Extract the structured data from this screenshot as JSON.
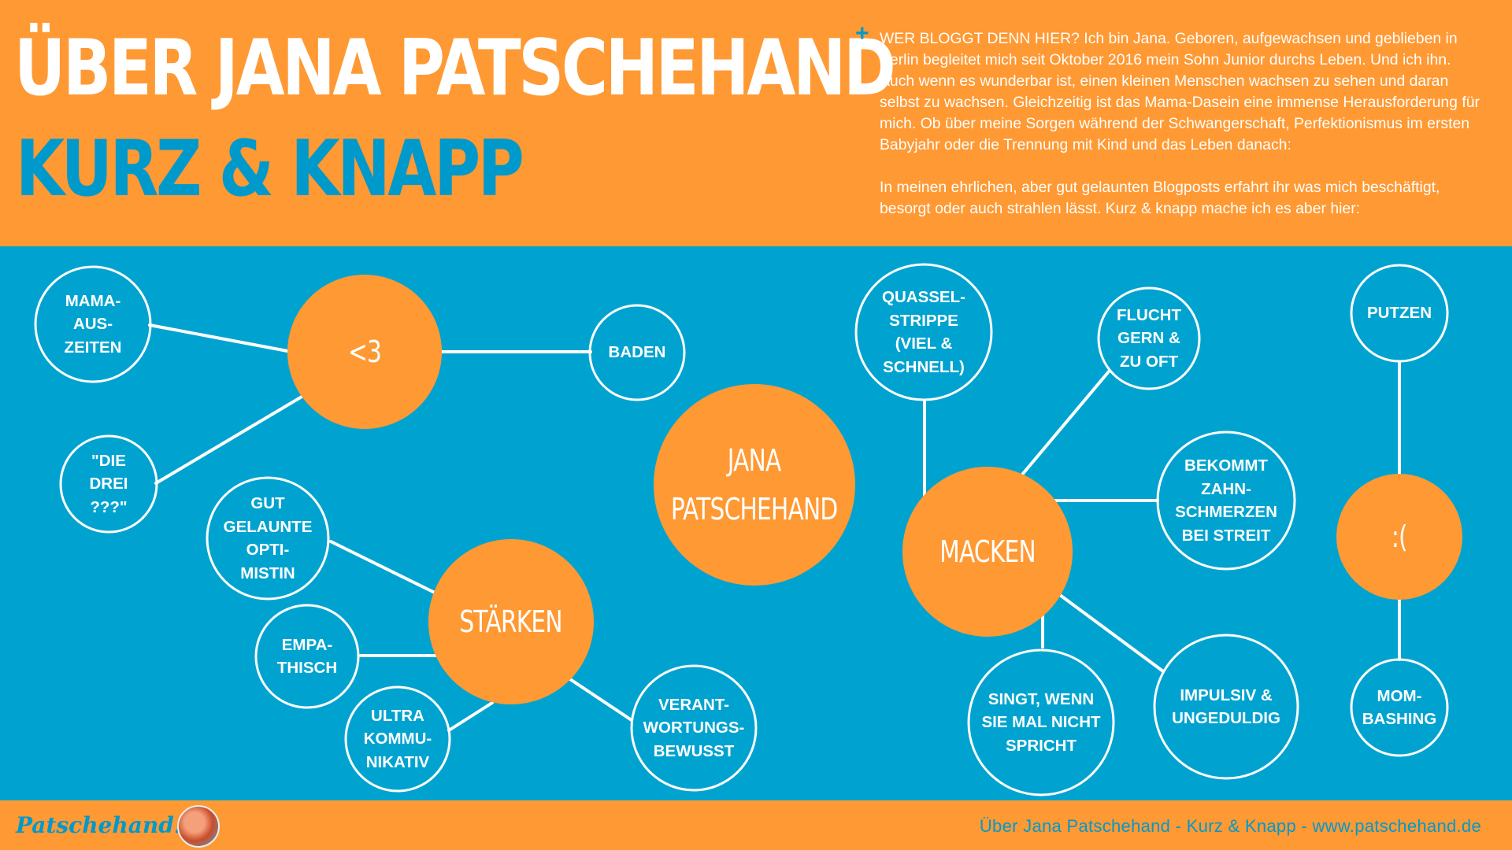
{
  "header": {
    "title_line1": "ÜBER JANA PATSCHEHAND",
    "title_line2": "KURZ & KNAPP",
    "plus": "+",
    "intro_p1": "WER BLOGGT DENN HIER? Ich bin Jana. Geboren, aufgewachsen und geblieben in Berlin begleitet mich seit Oktober 2016 mein Sohn Junior durchs Leben. Und ich ihn. Auch wenn es wunderbar ist, einen kleinen Menschen wachsen zu sehen und daran selbst zu wachsen. Gleichzeitig ist das Mama-Dasein eine immense Herausforderung für mich. Ob über meine Sorgen während der Schwangerschaft, Perfektionismus im ersten Babyjahr oder die Trennung mit Kind und das Leben danach:",
    "intro_p2": "In meinen ehrlichen, aber gut gelaunten Blogposts erfahrt ihr was mich beschäftigt, besorgt oder auch strahlen lässt. Kurz & knapp mache ich es aber hier:"
  },
  "diagram": {
    "center": "JANA\nPATSCHEHAND",
    "hubs": {
      "love": "<3",
      "strengths": "STÄRKEN",
      "quirks": "MACKEN",
      "dislikes": ":("
    },
    "love_items": [
      "MAMA-\nAUS-\nZEITEN",
      "\"DIE\nDREI\n???\"",
      "BADEN"
    ],
    "strength_items": [
      "GUT\nGELAUNTE\nOPTI-\nMISTIN",
      "EMPA-\nTHISCH",
      "ULTRA\nKOMMU-\nNIKATIV",
      "VERANT-\nWORTUNGS-\nBEWUSST"
    ],
    "quirk_items": [
      "QUASSEL-\nSTRIPPE\n(VIEL &\nSCHNELL)",
      "FLUCHT\nGERN &\nZU OFT",
      "BEKOMMT\nZAHN-\nSCHMERZEN\nBEI STREIT",
      "SINGT, WENN\nSIE MAL NICHT\nSPRICHT",
      "IMPULSIV &\nUNGEDULDIG"
    ],
    "dislike_items": [
      "PUTZEN",
      "MOM-\nBASHING"
    ]
  },
  "footer": {
    "logo": "Patschehand.de",
    "text": "Über Jana Patschehand - Kurz & Knapp - www.patschehand.de"
  },
  "colors": {
    "orange": "#FF9933",
    "blue": "#00A3D0",
    "title_blue": "#0099CC",
    "white": "#FFFFFF"
  }
}
